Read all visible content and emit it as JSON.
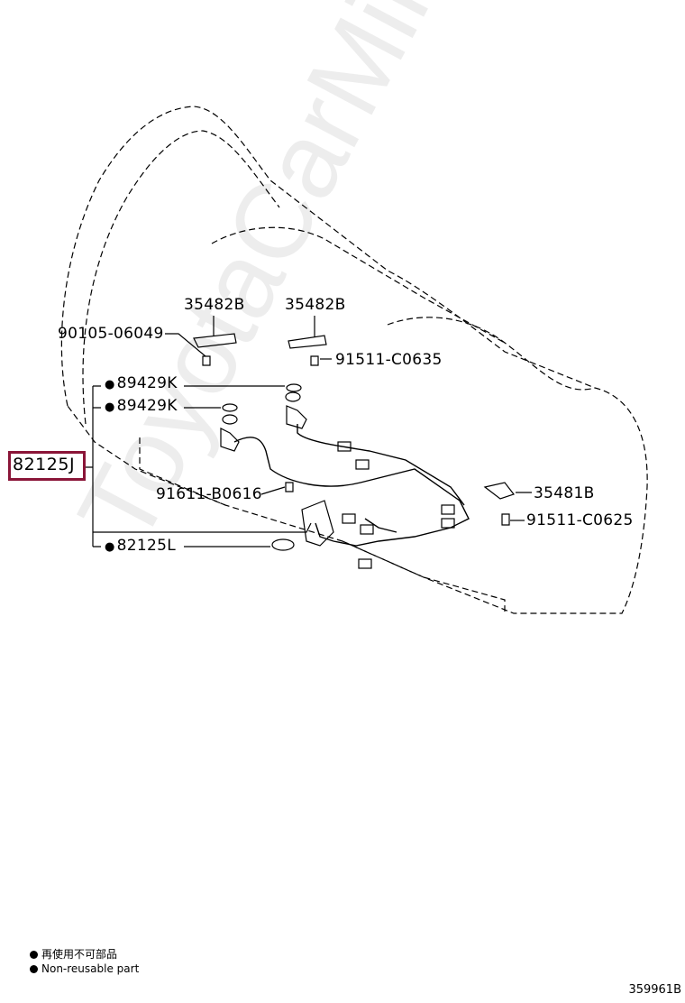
{
  "watermark": "ToyotaCarMine.ru",
  "labels": {
    "p35482b_left": "35482B",
    "p35482b_right": "35482B",
    "p90105": "90105-06049",
    "p91511_c0635": "91511-C0635",
    "p89429k_1": "89429K",
    "p89429k_2": "89429K",
    "p82125j": "82125J",
    "p91611": "91611-B0616",
    "p35481b": "35481B",
    "p91511_c0625": "91511-C0625",
    "p82125l": "82125L"
  },
  "nonreusable_marker": "●",
  "legend": {
    "line1": "再使用不可部品",
    "line2": "Non-reusable part"
  },
  "diagram_code": "359961B",
  "colors": {
    "highlight_box": "#8a1538",
    "lines": "#000000"
  }
}
